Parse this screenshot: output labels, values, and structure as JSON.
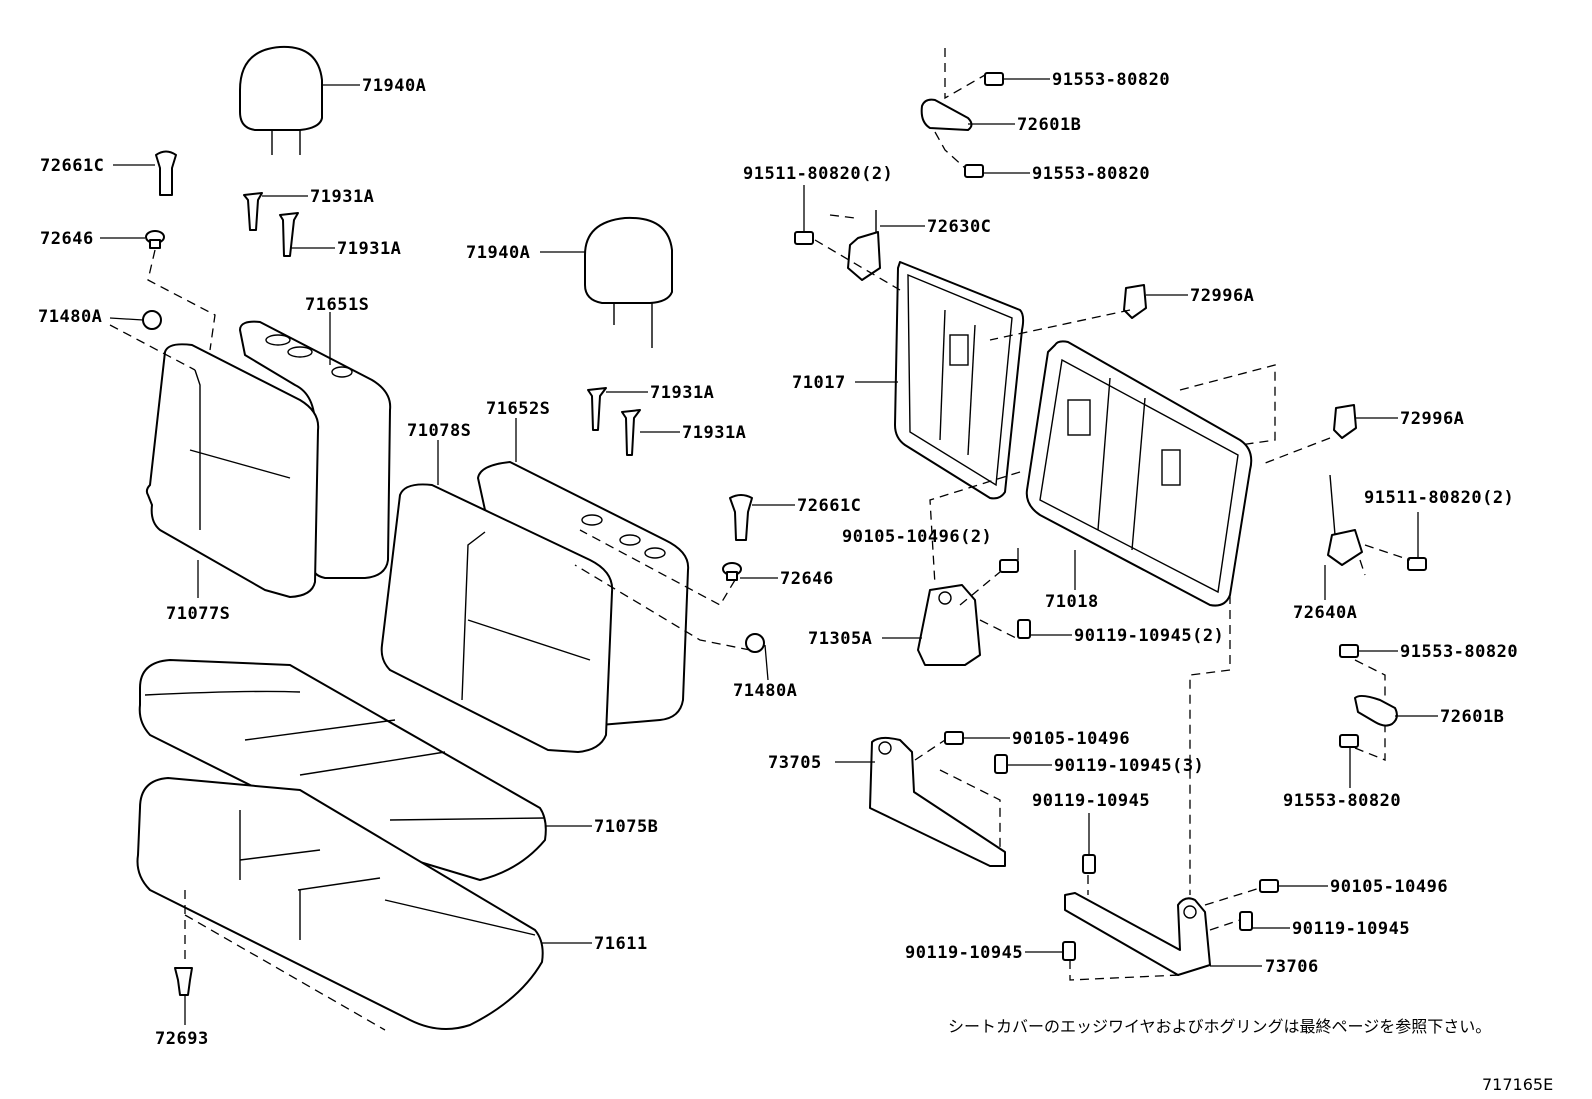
{
  "labels": {
    "l71940A_1": "71940A",
    "l72661C_1": "72661C",
    "l71931A_1": "71931A",
    "l71931A_2": "71931A",
    "l72646_1": "72646",
    "l71940A_2": "71940A",
    "l71480A_1": "71480A",
    "l71651S": "71651S",
    "l71931A_3": "71931A",
    "l71652S": "71652S",
    "l71078S": "71078S",
    "l71931A_4": "71931A",
    "l72661C_2": "72661C",
    "l71077S": "71077S",
    "l72646_2": "72646",
    "l71480A_2": "71480A",
    "l71075B": "71075B",
    "l71611": "71611",
    "l72693": "72693",
    "l91553_1": "91553-80820",
    "l72601B_1": "72601B",
    "l91553_2": "91553-80820",
    "l91511_1": "91511-80820(2)",
    "l72630C": "72630C",
    "l72996A_1": "72996A",
    "l71017": "71017",
    "l72996A_2": "72996A",
    "l91511_2": "91511-80820(2)",
    "l90105_1": "90105-10496(2)",
    "l71018": "71018",
    "l71305A": "71305A",
    "l90119_1": "90119-10945(2)",
    "l72640A": "72640A",
    "l91553_3": "91553-80820",
    "l72601B_2": "72601B",
    "l90105_2": "90105-10496",
    "l73705": "73705",
    "l90119_2": "90119-10945(3)",
    "l91553_4": "91553-80820",
    "l90119_3": "90119-10945",
    "l90105_3": "90105-10496",
    "l90119_4": "90119-10945",
    "l90119_5": "90119-10945",
    "l73706": "73706"
  },
  "note": "シートカバーのエッジワイヤおよびホグリングは最終ページを参照下さい。",
  "diagram_id": "717165E"
}
